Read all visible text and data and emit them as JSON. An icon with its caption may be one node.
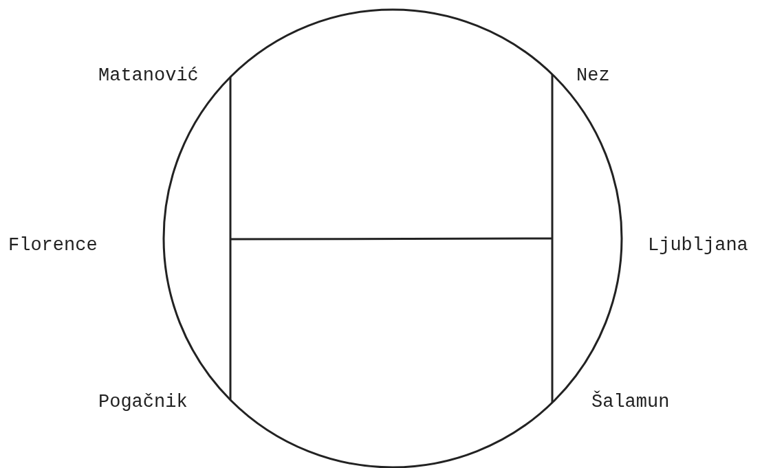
{
  "diagram": {
    "labels": [
      "Matanović",
      "Nez",
      "Florence",
      "Ljubljana",
      "Pogačnik",
      "Šalamun"
    ]
  }
}
